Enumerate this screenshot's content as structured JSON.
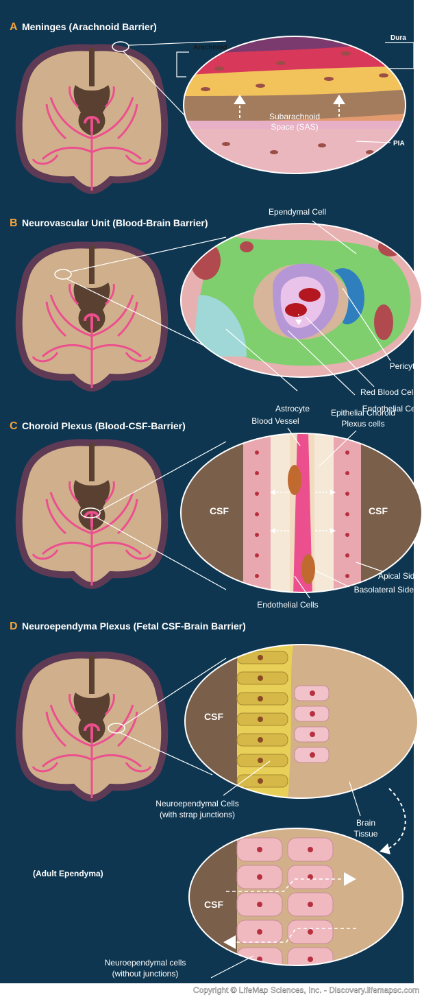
{
  "panels": {
    "a": {
      "letter": "A",
      "title": "Meninges (Arachnoid Barrier)",
      "labels": {
        "arachnoid": "Arachnoid",
        "dura": "Dura",
        "sas_line1": "Subarachnoid",
        "sas_line2": "Space (SAS)",
        "pia": "PIA"
      }
    },
    "b": {
      "letter": "B",
      "title": "Neurovascular Unit (Blood-Brain Barrier)",
      "labels": {
        "ependymal_cell": "Ependymal Cell",
        "pericyte": "Pericyte",
        "red_blood_cells": "Red Blood Cells",
        "astrocyte": "Astrocyte",
        "endothelial_cell": "Endothelial Cell"
      }
    },
    "c": {
      "letter": "C",
      "title": "Choroid Plexus (Blood-CSF-Barrier)",
      "labels": {
        "blood_vessel": "Blood Vessel",
        "epithelial_line1": "Epithelial Choroid",
        "epithelial_line2": "Plexus cells",
        "csf_left": "CSF",
        "csf_right": "CSF",
        "apical_side": "Apical Side",
        "basolateral_side": "Basolateral Side",
        "endothelial_cells": "Endothelial Cells"
      }
    },
    "d": {
      "letter": "D",
      "title": "Neuroependyma Plexus (Fetal CSF-Brain Barrier)",
      "labels": {
        "csf_fetal": "CSF",
        "neuroependymal_line1": "Neuroependymal Cells",
        "neuroependymal_line2": "(with strap junctions)",
        "brain_line1": "Brain",
        "brain_line2": "Tissue",
        "adult_ependyma": "(Adult Ependyma)",
        "csf_adult": "CSF",
        "no_junction_line1": "Neuroependymal cells",
        "no_junction_line2": "(without junctions)"
      }
    }
  },
  "copyright": "Copyright © LifeMap Sciences, Inc. - Discovery.lifemapsc.com",
  "colors": {
    "background": "#0e3650",
    "brain_fill": "#d0b08c",
    "brain_rim": "#5e3a55",
    "vessel": "#ec4f8e",
    "ventricle": "#5a4030",
    "csf": "#7a5f4a",
    "accent": "#f5a43b"
  }
}
